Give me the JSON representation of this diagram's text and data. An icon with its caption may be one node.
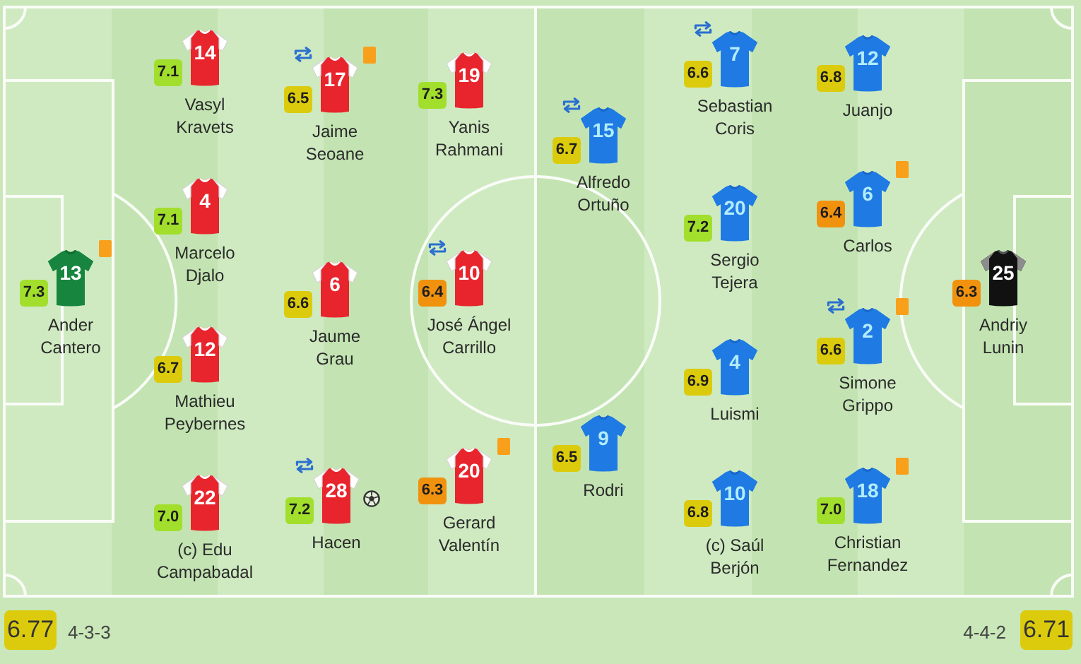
{
  "diagram": {
    "nodes": [
      {
        "text": [
          "13",
          "Ander Cantero"
        ],
        "beside": [
          "7.3"
        ]
      },
      {
        "text": [
          "14",
          "Vasyl Kravets"
        ],
        "beside": [
          "7.1"
        ]
      },
      {
        "text": [
          "4",
          "Marcelo Djalo"
        ],
        "beside": [
          "7.1"
        ]
      },
      {
        "text": [
          "12",
          "Mathieu Peybernes"
        ],
        "beside": [
          "6.7"
        ]
      },
      {
        "text": [
          "22",
          "(c) Edu Campabadal"
        ],
        "beside": [
          "7.0"
        ]
      },
      {
        "text": [
          "17",
          "Jaime Seoane"
        ],
        "beside": [
          "6.5"
        ]
      },
      {
        "text": [
          "6",
          "Jaume Grau"
        ],
        "beside": [
          "6.6"
        ]
      },
      {
        "text": [
          "28",
          "Hacen"
        ],
        "beside": [
          "7.2"
        ]
      },
      {
        "text": [
          "19",
          "Yanis Rahmani"
        ],
        "beside": [
          "7.3"
        ]
      },
      {
        "text": [
          "10",
          "José Ángel Carrillo"
        ],
        "beside": [
          "6.4"
        ]
      },
      {
        "text": [
          "20",
          "Gerard Valentín"
        ],
        "beside": [
          "6.3"
        ]
      },
      {
        "text": [
          "15",
          "Alfredo Ortuño"
        ],
        "beside": [
          "6.7"
        ]
      },
      {
        "text": [
          "9",
          "Rodri"
        ],
        "beside": [
          "6.5"
        ]
      },
      {
        "text": [
          "7",
          "Sebastian Coris"
        ],
        "beside": [
          "6.6"
        ]
      },
      {
        "text": [
          "20",
          "Sergio Tejera"
        ],
        "beside": [
          "7.2"
        ]
      },
      {
        "text": [
          "4",
          "Luismi"
        ],
        "beside": [
          "6.9"
        ]
      },
      {
        "text": [
          "10",
          "(c) Saúl Berjón"
        ],
        "beside": [
          "6.8"
        ]
      },
      {
        "text": [
          "12",
          "Juanjo"
        ],
        "beside": [
          "6.8"
        ]
      },
      {
        "text": [
          "6",
          "Carlos"
        ],
        "beside": [
          "6.4"
        ]
      },
      {
        "text": [
          "2",
          "Simone Grippo"
        ],
        "beside": [
          "6.6"
        ]
      },
      {
        "text": [
          "18",
          "Christian Fernandez"
        ],
        "beside": [
          "7.0"
        ]
      },
      {
        "text": [
          "25",
          "Andriy Lunin"
        ],
        "beside": [
          "6.3"
        ]
      },
      {
        "text": [
          "6.77"
        ],
        "beside": [
          "4-3-3"
        ]
      },
      {
        "text": [
          "6.71"
        ],
        "beside": [
          "4-4-2"
        ]
      }
    ]
  }
}
